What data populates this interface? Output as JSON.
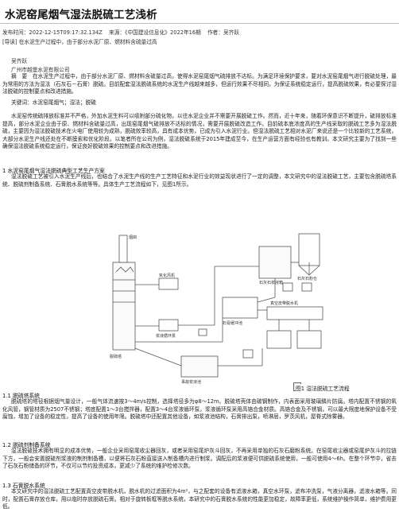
{
  "article": {
    "title": "水泥窑尾烟气湿法脱硫工艺浅析",
    "meta": {
      "published": "发布时间：2022-12-15T09:17:32.134Z",
      "source": "来源：《中国建设信息化》2022年16期",
      "author": "作者：吴齐跃"
    },
    "classification": "[导读] 在水泥生产过程中，由于部分水泥厂原、燃材料含硫量过高",
    "author_name": "吴齐跃",
    "affiliation": "广州市越堡水泥有限公司",
    "abstract": "摘　要　在水泥生产过程中，由于部分水泥厂原、燃材料含硫量过高，使得水泥窑尾烟气硫排放不达标。为满足环境保护要求，要对水泥窑尾烟气进行脱硫处理，最为常用的方法为湿法（石灰石－石膏）脱硫。目前配套湿法脱硫系统的水泥生产线越来越多，但运行效果不尽相同，为保证系统稳定运行，提高脱硫效果，有必要探讨湿法脱硫的控制要点和改进措施。",
    "keywords": "关键词：水泥窑尾烟气；湿法；脱硫",
    "intro": "水泥窑传统硫排放标准并不严格，外加水泥生料可以吸附部分硫化物，以往水泥企业并不需要开展脱硫工作。然而，近十年来，随着环保意识不断提升，硫排放标准提高，部分水泥企业由于原、燃材料含硫量过高，出现窑尾烟气硫排放不达标的情况，需要开展脱硫改造工作。目前硫本底浓度高的生产线采取的脱硫工艺多为湿法脱硫，主要因为湿法脱硫技术在火电厂使用较为成熟，脱硫效率较高，具有成本优势，已成为引入水泥行业。但湿法脱硫工艺相对水泥厂来说还是一个比较新的工艺系统，大部分水泥生产线还处在不断摸索和优化阶段。以笔者所在公司为例，湿法脱硫系统于2015年建成至今，在生产运营方面有经验也有教训。本文研究主要为了找到一些确保湿法脱硫系统稳定运行，保证良好脱硫效果的控制要点和改进措施。",
    "section1_title": "1 水泥窑尾烟气湿法脱硫典型工艺生产方案",
    "section1_para": "湿法脱硫工艺被引入水泥生产线后，也结合了水泥生产线的生产工艺特征和水泥行业的效益现状进行了一定的调整，本文研究中的湿法脱硫工艺，主要包含脱硫塔系统、脱硫剂制备系统、石膏脱水系统等等。具体生产工艺流程如下，见图1所示。",
    "figure_caption": "图1 湿法脱硫工艺流程",
    "figure_labels": {
      "tower": "脱硫塔",
      "tank1": "事故浆液池",
      "tank2": "石灰石浆液箱",
      "tank3": "石膏缓冲池",
      "silo": "石灰石粉仓",
      "dewater": "真空皮带脱水机",
      "pump": "浆液循环泵",
      "fan": "氧化风机",
      "chimney": "烟囱"
    },
    "s11_title": "1.1 脱硫塔系统",
    "s11_para": "脱硫塔的塔径根据烟气量设计，一般气体流速按3～4m/s控制，选择塔径多为φ8～12m。脱硫塔壳体由碳钢制作，内表面采用玻璃鳞片防腐。塔内配置不锈钢的氧化风管，钢管材质为2507不锈钢；塔底配置1～3台搅拌器，配置3～4台浆液循环泵，浆液循环泵采用高铬合金材质。高铬合金及不锈钢，可以最大限度地保护设备不受腐蚀，增加了设备的稳定性，提高了设备的使用年限。脱硫塔中还配置其他设备，如浆液池结构，石膏排出泵，喷淋层，罗茨风机，屋脊式除雾器。",
    "s12_title": "1.2 脱硫剂制备系统",
    "s12_para": "湿法脱硫技术拥有明显的成本优势，一般企业采用窑尾收尘器回灰，或者采用窑尾炉灰斗回灰，不再采用单独的石灰石磨粉系统。在窑尾收尘器或窑尾炉灰斗的拉链下方，一般会安置脱硫剂浆液的制剂制备槽，以便将石灰石粉直接送入制备槽内进行制浆。调配后的浆液便可供脱硫系统使用，一般可使用4～6h。在整个环节中，省去了石灰石粉储备的环节，不仅可以节约投资成本，更减少了系统的维护检修次数。",
    "s13_title": "1.3 石膏脱水系统",
    "s13_para": "本文研究中的湿法脱硫工艺配置真空皮带脱水机，脱水机的过滤面积为4m²，与之配套的设备有滤液水箱，真空水环泵，滤布冲洗泵，气液分离器，滤液水箱等。同时，配置石膏存放仓库，用以临时存放脱硫石膏。相对于旋转板框等脱水系统，本研究中的石膏脱水系统的性能更加稳定，故障率更低，系统维护操作简单，维护费用更低。"
  }
}
